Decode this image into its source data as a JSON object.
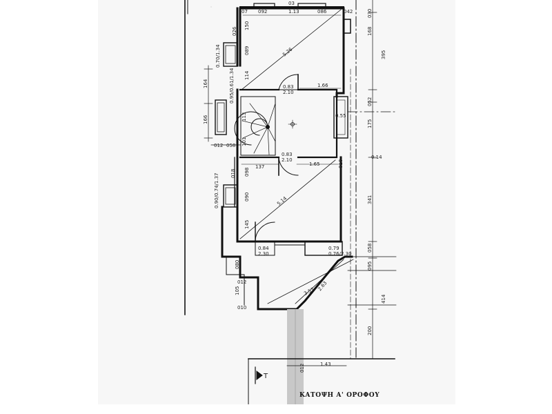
{
  "title": "ΚΑΤΟΨΗ Α' ΟΡΟΦΟΥ",
  "section_marker": "T",
  "dims_h": {
    "top_07": "07",
    "top_092": "092",
    "top_113": "1.13",
    "top_086": "086",
    "top_042": "042",
    "top_03": "03",
    "upper_166": "1.66",
    "stair_055": "0.55",
    "mid_137": "137",
    "mid_165": "1.65",
    "left_012": "012",
    "left_058": "058",
    "bottom_143": "1.43",
    "stair_014": "0.14",
    "ext_012": "012",
    "ext_010": "010"
  },
  "dims_v": {
    "right_395": "395",
    "right_168": "168",
    "right_030": "030",
    "right_052": "052",
    "right_175": "175",
    "right_341": "341",
    "right_058": "058",
    "right_095": "095",
    "right_414": "414",
    "right_200": "200",
    "left_164": "164",
    "left_166": "166",
    "room1_150": "150",
    "room1_089": "089",
    "room1_114": "114",
    "room2_098": "098",
    "room2_090": "090",
    "room2_145": "145",
    "stair_113": "113",
    "stair_101": "101",
    "ext_080": "080",
    "ext_105": "105",
    "wall_026": "026",
    "wall_018": "018",
    "bottom_012": "012",
    "right_010": "010"
  },
  "diagonals": {
    "room1": "5.26",
    "room2": "5.14",
    "terrace_a": "3.57",
    "terrace_b": "2.63"
  },
  "openings": {
    "win_left_top": "0.70/1.34",
    "win_left_mid": "0.95/0.61/1.34",
    "win_left_low": "0.90/0.74/1.37",
    "door_upper": "0.83\n2.10",
    "door_lower": "0.83\n2.10",
    "win_bottom_left": "0.84\n2.30",
    "win_bottom_right": "0.79\n0.76/2.30"
  }
}
